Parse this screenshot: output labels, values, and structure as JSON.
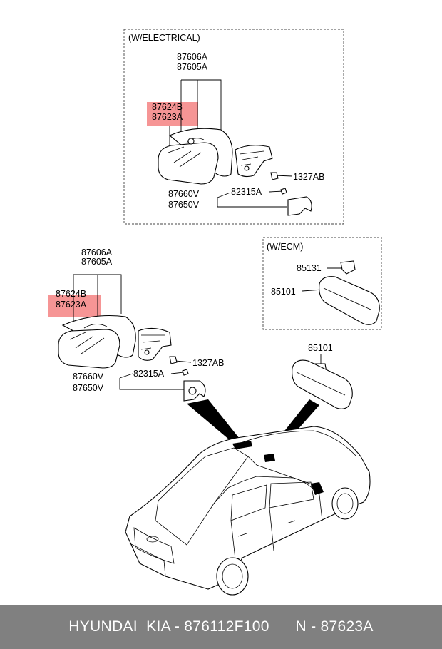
{
  "diagram": {
    "electrical_box_label": "(W/ELECTRICAL)",
    "ecm_box_label": "(W/ECM)",
    "top_assembly": {
      "part_a1": "87606A",
      "part_a2": "87605A",
      "part_b1": "87624B",
      "part_b2": "87623A",
      "part_c": "1327AB",
      "part_d": "82315A",
      "part_e1": "87660V",
      "part_e2": "87650V"
    },
    "mid_assembly": {
      "part_a1": "87606A",
      "part_a2": "87605A",
      "part_b1": "87624B",
      "part_b2": "87623A",
      "part_c": "1327AB",
      "part_d": "82315A",
      "part_e1": "87660V",
      "part_e2": "87650V"
    },
    "ecm_mirror": {
      "part_sensor": "85131",
      "part_mirror": "85101"
    },
    "inner_mirror": {
      "part_mirror": "85101"
    },
    "highlight_color": "#f47a7a"
  },
  "footer": {
    "text": "HYUNDAI  KIA - 876112F100      N - 87623A",
    "background": "#808080"
  }
}
